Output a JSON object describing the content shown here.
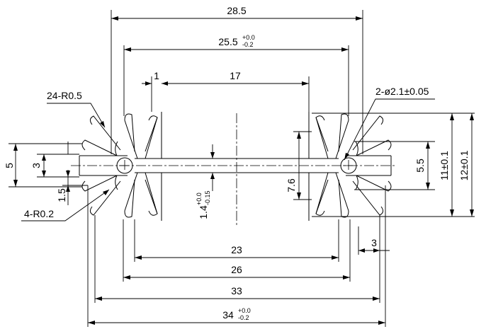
{
  "dimensions": {
    "overall_width_top": "28.5",
    "inner_width_top": "25.5",
    "inner_width_top_upper_tol": "+0.0",
    "inner_width_top_lower_tol": "-0.2",
    "fin_thickness": "1",
    "cavity_width": "17",
    "fin_tip_radius": "24-R0.5",
    "hole_spec": "2-ø2.1±0.05",
    "left_height": "5",
    "left_slot_height": "3",
    "left_wall": "1.5",
    "root_radius": "4-R0.2",
    "web_thickness": "1.4",
    "web_upper_tol": "+0.0",
    "web_lower_tol": "-0.15",
    "slot_depth": "7.6",
    "hole_spacing": "5.5",
    "inner_height": "11±0.1",
    "outer_height": "12±0.1",
    "right_offset": "3",
    "bottom_width_23": "23",
    "bottom_width_26": "26",
    "bottom_width_33": "33",
    "overall_width_bottom": "34",
    "overall_width_bottom_upper_tol": "+0.0",
    "overall_width_bottom_lower_tol": "-0.2"
  }
}
